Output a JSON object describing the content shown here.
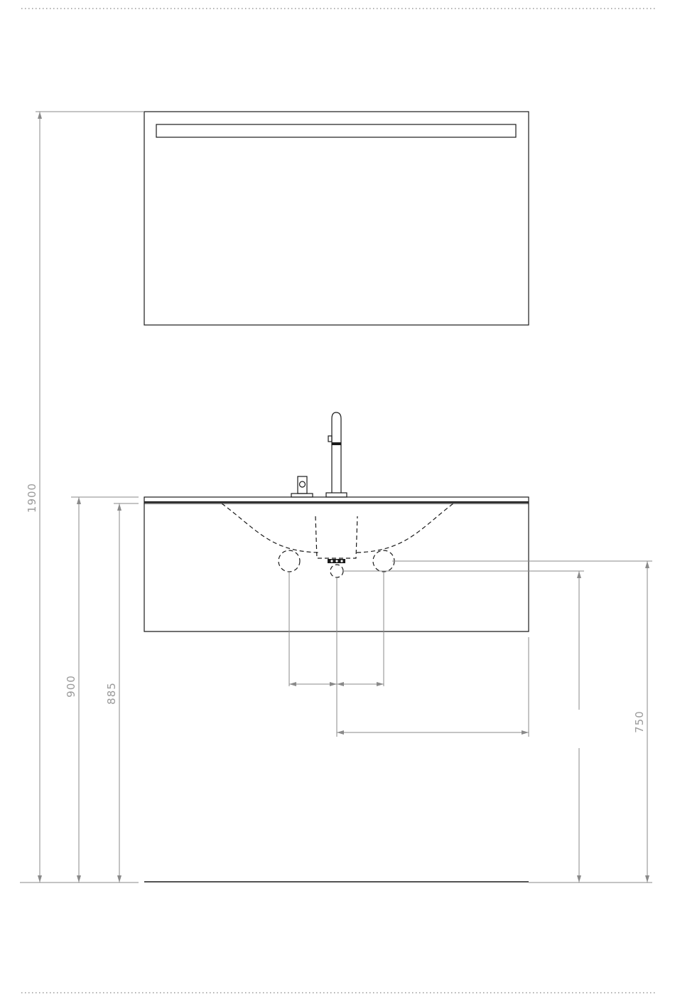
{
  "dimensions": {
    "total_height": "1900",
    "countertop_top_height": "900",
    "countertop_bottom_height": "885",
    "pipe_height": "750"
  },
  "colors": {
    "line": "#1a1a1a",
    "dimension": "#8a8a8a",
    "text": "#9a9a9a"
  }
}
